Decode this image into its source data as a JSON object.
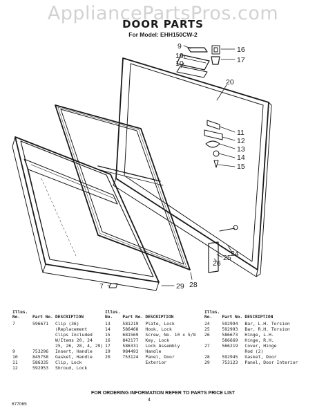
{
  "watermark": "AppliancePartsPros.com",
  "title": "DOOR PARTS",
  "subtitle": "For Model: EHH150CW-2",
  "callouts": [
    "9",
    "16",
    "19",
    "17",
    "10",
    "20",
    "11",
    "12",
    "13",
    "14",
    "15",
    "7",
    "29",
    "28",
    "24",
    "25",
    "26"
  ],
  "headers": {
    "illus": "Illus. No.",
    "part": "Part No.",
    "desc": "DESCRIPTION"
  },
  "columns": [
    {
      "rows": [
        {
          "illus": "7",
          "part": "596671",
          "desc": "Clip (36)"
        },
        {
          "illus": "",
          "part": "",
          "desc": "(Replacement"
        },
        {
          "illus": "",
          "part": "",
          "desc": "Clips Included"
        },
        {
          "illus": "",
          "part": "",
          "desc": "W/Items 20, 24"
        },
        {
          "illus": "",
          "part": "",
          "desc": "25, 26, 28, 4, 29)"
        },
        {
          "illus": "9",
          "part": "753296",
          "desc": "Insert, Handle"
        },
        {
          "illus": "10",
          "part": "845758",
          "desc": "Gasket, Handle"
        },
        {
          "illus": "11",
          "part": "586335",
          "desc": "Clip, Lock"
        },
        {
          "illus": "12",
          "part": "592953",
          "desc": "Shroud, Lock"
        }
      ]
    },
    {
      "rows": [
        {
          "illus": "13",
          "part": "581219",
          "desc": "Plate, Lock"
        },
        {
          "illus": "14",
          "part": "586468",
          "desc": "Hook, Lock"
        },
        {
          "illus": "15",
          "part": "681569",
          "desc": "Screw, No. 10 x 5/8"
        },
        {
          "illus": "16",
          "part": "842177",
          "desc": "Key, Lock"
        },
        {
          "illus": "17",
          "part": "586331",
          "desc": "Lock Assembly"
        },
        {
          "illus": "19",
          "part": "984493",
          "desc": "Handle"
        },
        {
          "illus": "20",
          "part": "753124",
          "desc": "Panel, Door"
        },
        {
          "illus": "",
          "part": "",
          "desc": "Exterior"
        }
      ]
    },
    {
      "rows": [
        {
          "illus": "24",
          "part": "592994",
          "desc": "Bar, L.H. Torsion"
        },
        {
          "illus": "25",
          "part": "592993",
          "desc": "Bar, R.H. Torsion"
        },
        {
          "illus": "26",
          "part": "586673",
          "desc": "Hinge, L.H."
        },
        {
          "illus": "",
          "part": "586669",
          "desc": "Hinge, R.H."
        },
        {
          "illus": "27",
          "part": "566219",
          "desc": "Cover, Hinge"
        },
        {
          "illus": "",
          "part": "",
          "desc": "Rod (2)"
        },
        {
          "illus": "28",
          "part": "592945",
          "desc": "Gasket, Door"
        },
        {
          "illus": "29",
          "part": "753123",
          "desc": "Panel, Door Interior"
        }
      ]
    }
  ],
  "footer": "FOR ORDERING INFORMATION REFER TO PARTS PRICE LIST",
  "doc_number": "677065",
  "page_number": "4"
}
